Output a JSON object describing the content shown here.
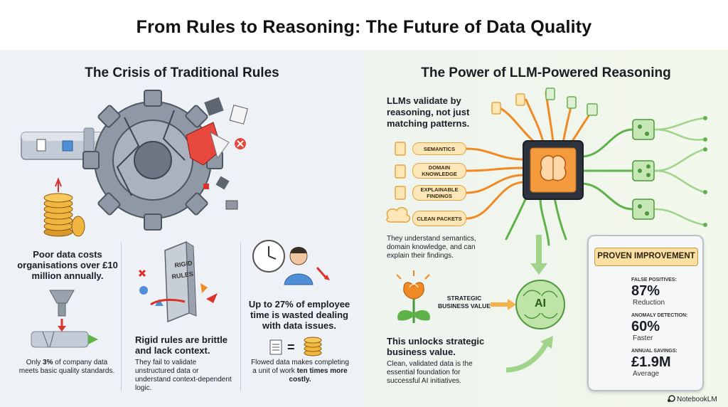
{
  "title": "From Rules to Reasoning: The Future of Data Quality",
  "left": {
    "heading": "The Crisis of Traditional Rules",
    "gear_label": "RIGID RULES",
    "cost_text": "Poor data costs organisations over £10 million annually.",
    "quality_pre": "Only ",
    "quality_pct": "3%",
    "quality_post": " of company data meets basic quality standards.",
    "rigid_title": "Rigid rules are brittle and lack context.",
    "rigid_desc": "They fail to validate unstructured data or understand context-dependent logic.",
    "time_title": "Up to 27% of employee time is wasted dealing with data issues.",
    "flowed_pre": "Flowed data makes completing a unit of work ",
    "flowed_bold": "ten times more costly.",
    "equals": "="
  },
  "right": {
    "heading": "The Power of LLM-Powered Reasoning",
    "tagline": "LLMs validate by reasoning, not just matching patterns.",
    "inputs": [
      "SEMANTICS",
      "DOMAIN KNOWLEDGE",
      "EXPLAINABLE FINDINGS",
      "CLEAN PACKETS"
    ],
    "understand_text": "They understand semantics, domain knowledge, and can explain their findings.",
    "strategic_label": "STRATEGIC BUSINESS VALUE",
    "unlock_text": "This unlocks strategic business value.",
    "foundation_text": "Clean, validated data is the essential foundation for successful AI initiatives.",
    "ai_label": "AI",
    "improvement": {
      "title": "PROVEN IMPROVEMENT",
      "metrics": [
        {
          "label": "FALSE POSITIVES:",
          "value": "87%",
          "sub": "Reduction"
        },
        {
          "label": "ANOMALY DETECTION:",
          "value": "60%",
          "sub": "Faster"
        },
        {
          "label": "ANNUAL SAVINGS:",
          "value": "£1.9M",
          "sub": "Average"
        }
      ]
    }
  },
  "brand": "NotebookLM",
  "colors": {
    "orange": "#f08a24",
    "green": "#5fb24a",
    "red": "#d9332b",
    "gray": "#9aa3ad"
  }
}
